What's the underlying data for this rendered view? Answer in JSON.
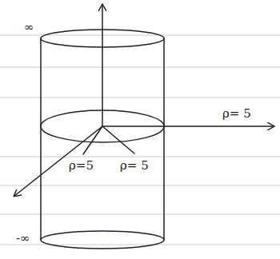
{
  "diagram": {
    "labels": [
      "∞",
      "ρ= 5",
      "ρ=5",
      "ρ= 5",
      "-∞"
    ]
  }
}
